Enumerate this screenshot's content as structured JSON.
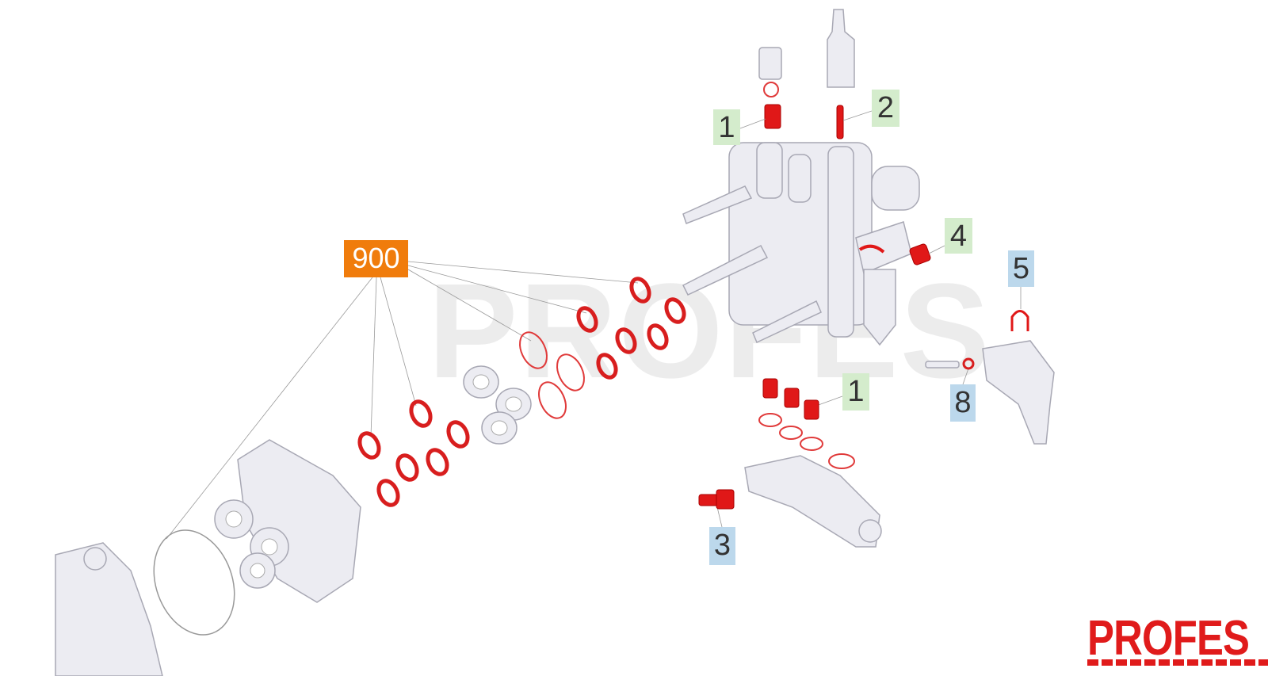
{
  "callouts": {
    "c900": "900",
    "c1_top": "1",
    "c2": "2",
    "c4": "4",
    "c5": "5",
    "c8": "8",
    "c1_bottom": "1",
    "c3": "3"
  },
  "watermark": "PROFES",
  "logo": "PROFES",
  "colors": {
    "callout_green": "#d4eccc",
    "callout_blue": "#bcd8ec",
    "callout_orange": "#f07c0c",
    "seal_red": "#d81e1e"
  }
}
